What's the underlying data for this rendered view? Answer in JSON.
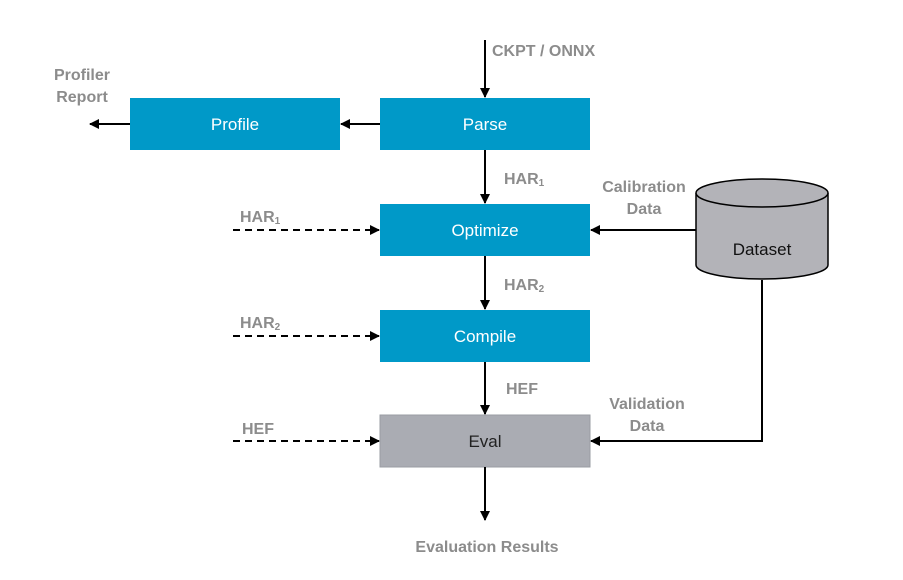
{
  "nodes": {
    "parse": "Parse",
    "profile": "Profile",
    "optimize": "Optimize",
    "compile": "Compile",
    "eval": "Eval",
    "dataset": "Dataset"
  },
  "labels": {
    "input": "CKPT / ONNX",
    "profiler_report_line1": "Profiler",
    "profiler_report_line2": "Report",
    "har1_main": "HAR",
    "har1_sub": "1",
    "har2_main": "HAR",
    "har2_sub": "2",
    "hef": "HEF",
    "calibration_line1": "Calibration",
    "calibration_line2": "Data",
    "validation_line1": "Validation",
    "validation_line2": "Data",
    "output": "Evaluation Results"
  },
  "colors": {
    "blue_box": "#0099c8",
    "gray_box": "#aaacb3",
    "dataset": "#b3b3b8",
    "label_gray": "#8c8c8c"
  }
}
